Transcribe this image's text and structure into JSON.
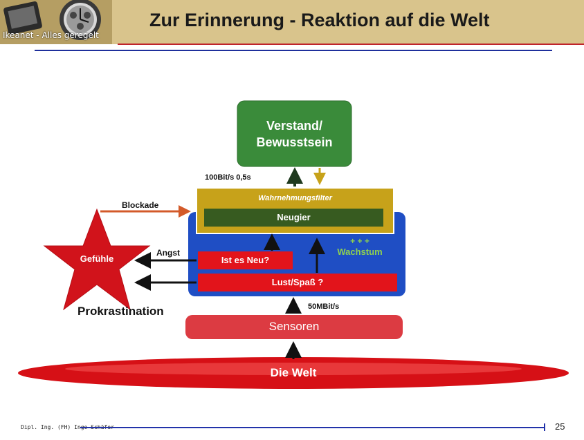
{
  "header": {
    "title": "Zur Erinnerung - Reaktion auf die Welt",
    "logo_caption": "Ikeanet - Alles geregelt"
  },
  "diagram": {
    "verstand": "Verstand/",
    "bewusstsein": "Bewusstsein",
    "rate_top": "100Bit/s  0,5s",
    "filter_label": "Wahrnehmungsfilter",
    "neugier": "Neugier",
    "wachstum_marks": "+ + +",
    "wachstum": "Wachstum",
    "ist_es_neu": "Ist es Neu?",
    "lust_spass": "Lust/Spaß ?",
    "rate_bottom": "50MBit/s",
    "sensoren": "Sensoren",
    "die_welt": "Die Welt",
    "gefuehle": "Gefühle",
    "blockade": "Blockade",
    "angst": "Angst",
    "prokrastination": "Prokrastination"
  },
  "colors": {
    "green_box": "#3a8b3a",
    "blue_box": "#1f4ec4",
    "filter": "#c7a21a",
    "neugier": "#375b20",
    "red": "#e2141b",
    "sensoren": "#dc3b42",
    "blockade_arrow": "#d35a2a",
    "wachstum_text": "#8fd14f"
  },
  "footer": {
    "author": "Dipl. Ing. (FH) Ingo Schäfer",
    "page_number": "25"
  }
}
